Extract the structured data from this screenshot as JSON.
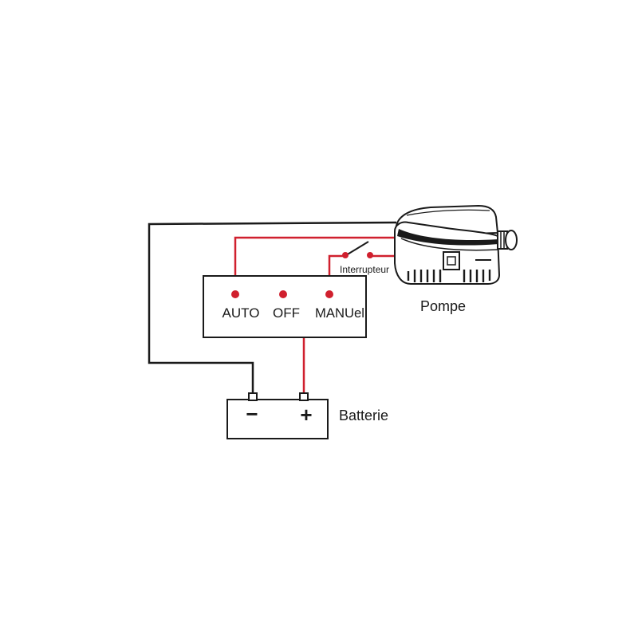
{
  "labels": {
    "pump": "Pompe",
    "switch": "Interrupteur",
    "battery": "Batterie",
    "auto": "AUTO",
    "off": "OFF",
    "manual": "MANUel",
    "minus": "−",
    "plus": "+"
  },
  "colors": {
    "wire_red": "#d0202e",
    "wire_black": "#1a1a1a",
    "outline": "#1a1a1a",
    "background": "#ffffff"
  }
}
